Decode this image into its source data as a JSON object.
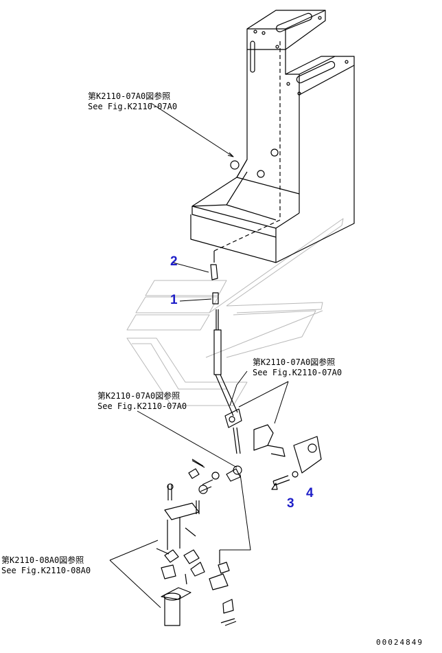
{
  "references": [
    {
      "jp": "第K2110-07A0図参照",
      "en": "See Fig.K2110-07A0"
    },
    {
      "jp": "第K2110-07A0図参照",
      "en": "See Fig.K2110-07A0"
    },
    {
      "jp": "第K2110-07A0図参照",
      "en": "See Fig.K2110-07A0"
    },
    {
      "jp": "第K2110-08A0図参照",
      "en": "See Fig.K2110-08A0"
    }
  ],
  "part_numbers": [
    "1",
    "2",
    "3",
    "4"
  ],
  "document_number": "00024849"
}
